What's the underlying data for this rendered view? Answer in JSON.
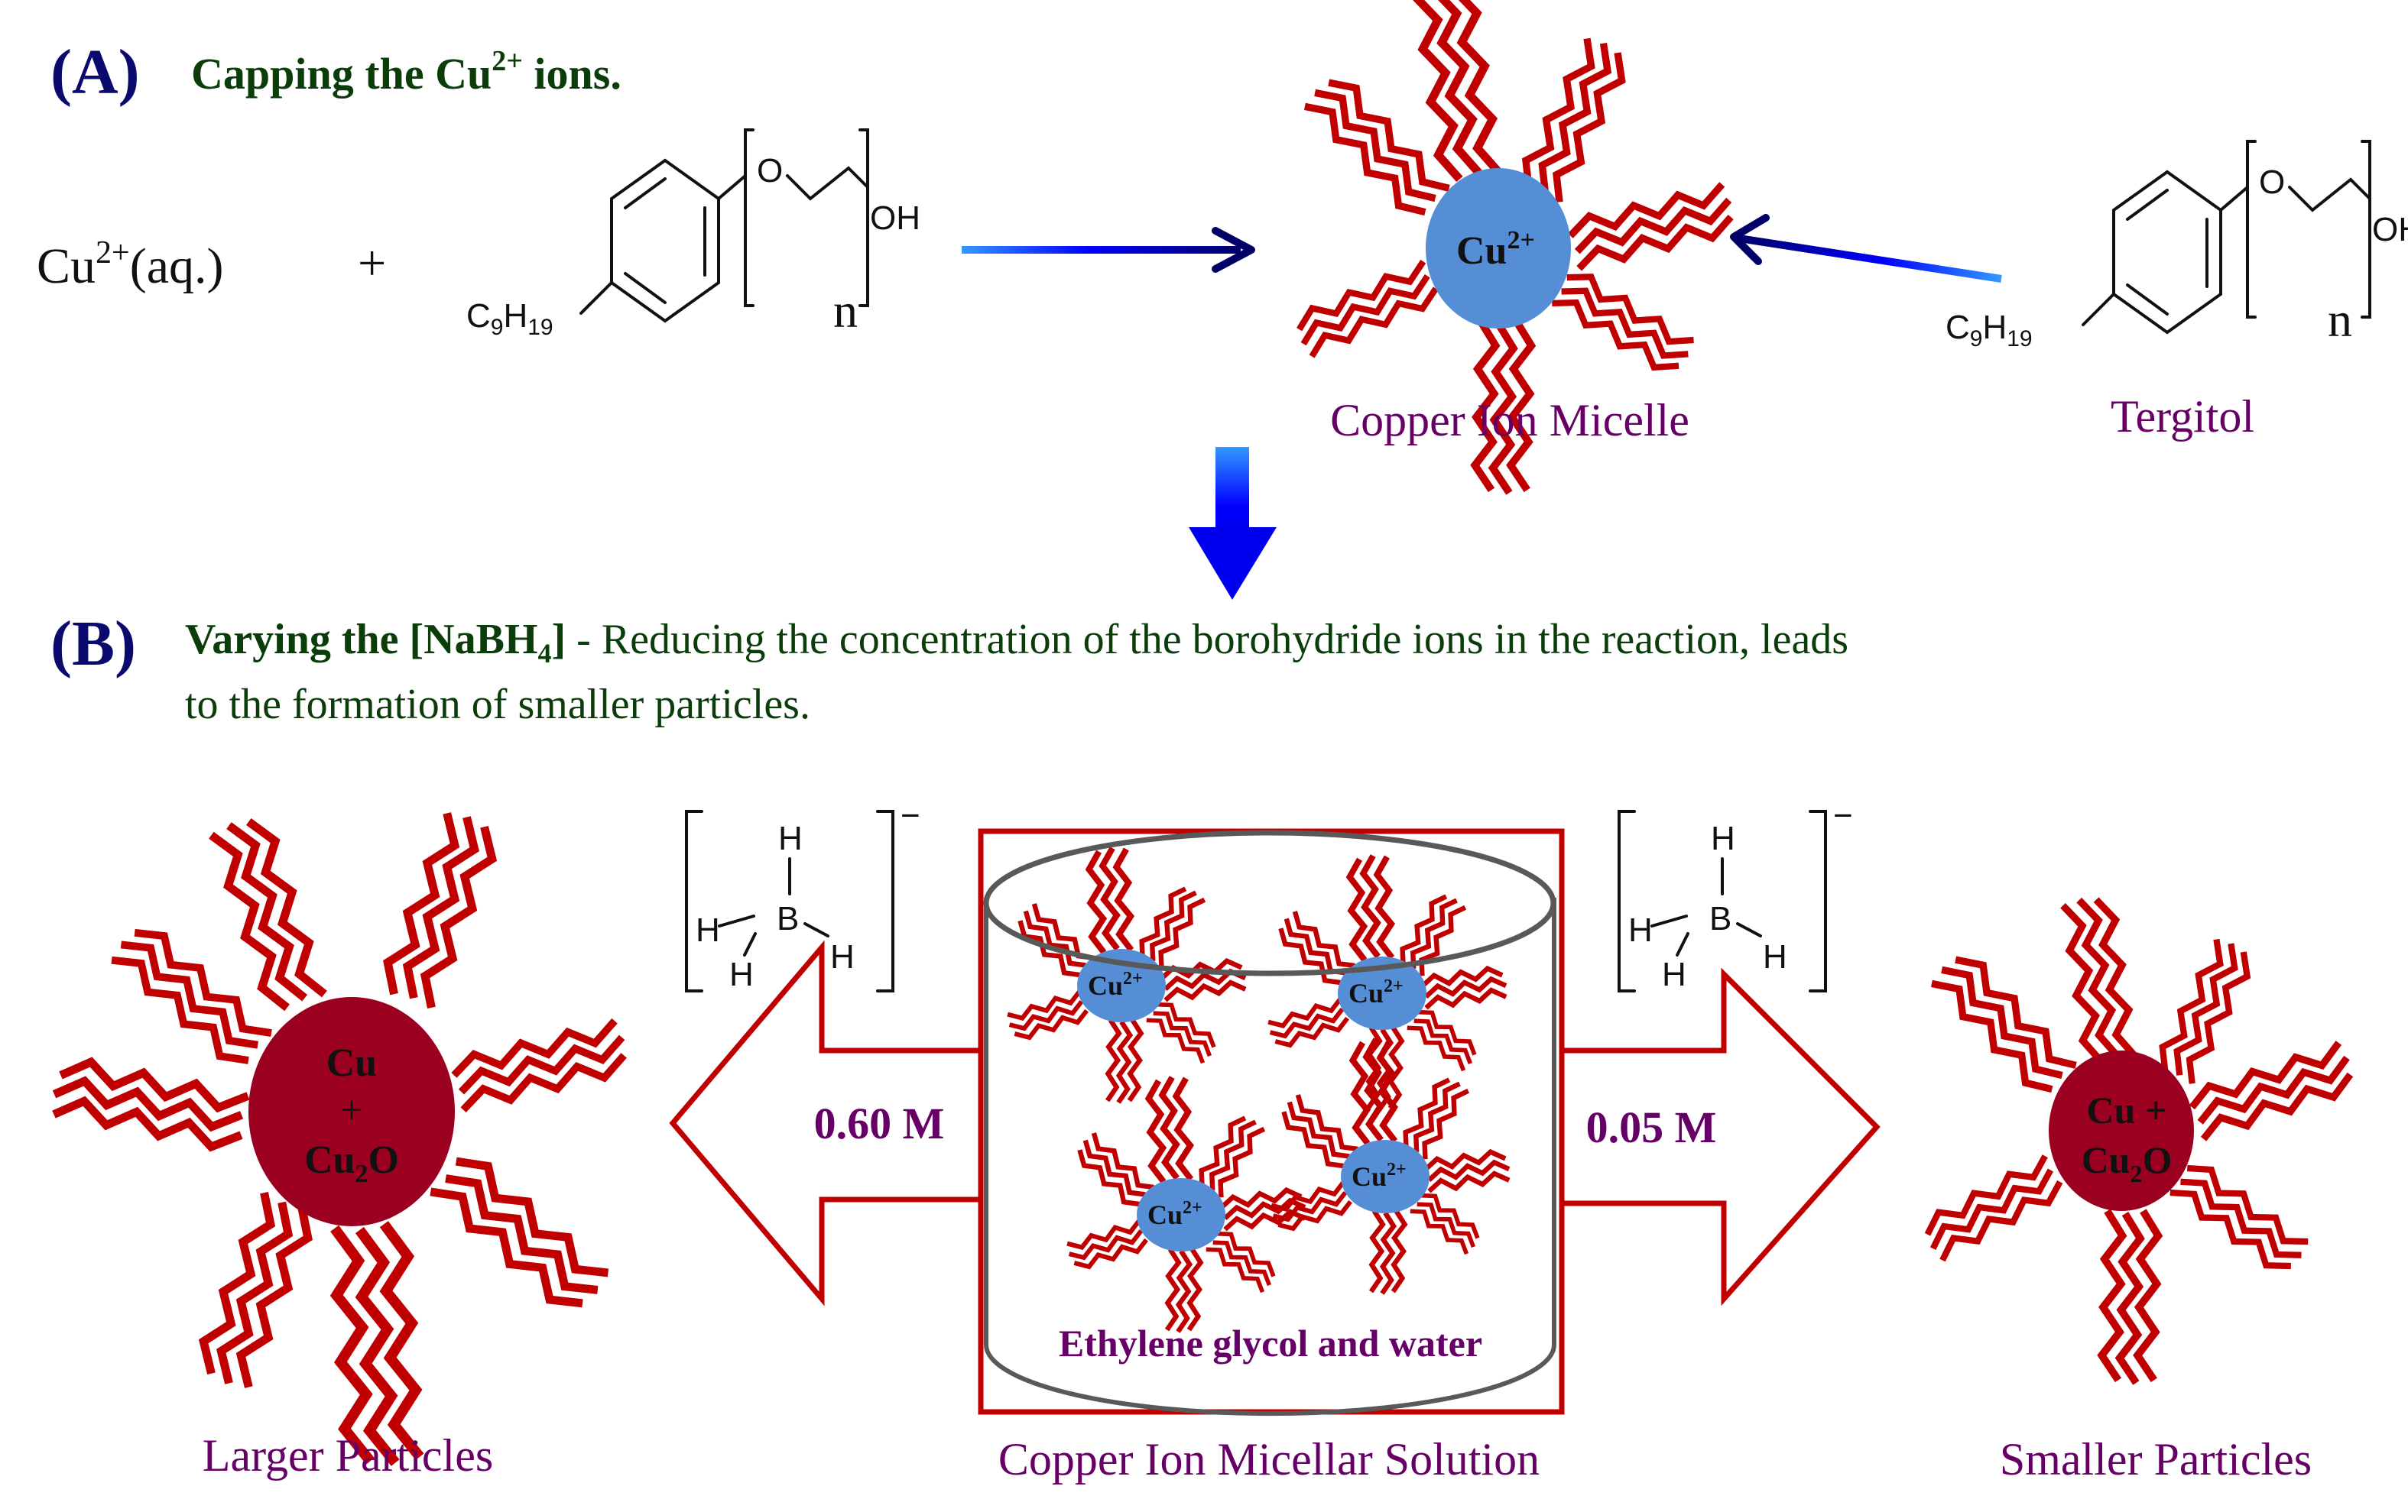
{
  "section_a": {
    "letter": "(A)",
    "title_prefix": "Capping  the Cu",
    "title_sup": "2+",
    "title_suffix": " ions.",
    "reactant": {
      "base": "Cu",
      "sup": "2+",
      "suffix": "(aq.)"
    },
    "plus": "+",
    "surfactant_structure": {
      "alkyl": "C",
      "alkyl_sub1": "9",
      "alkyl_h": "H",
      "alkyl_sub2": "19",
      "ether_o": "O",
      "terminal": "OH",
      "repeat": "n"
    },
    "micelle": {
      "core_label": "Cu",
      "core_sup": "2+",
      "caption": "Copper  Ion Micelle"
    },
    "tergitol_caption": "Tergitol"
  },
  "section_b": {
    "letter": "(B)",
    "title_bold_prefix": "Varying the [NaBH",
    "title_bold_sub": "4",
    "title_bold_suffix": "]",
    "description_line1": " - Reducing  the concentration  of the borohydride  ions in the reaction, leads",
    "description_line2": "to the formation  of smaller particles.",
    "borohydride": {
      "center": "B",
      "hydrogen": "H",
      "charge": "−"
    },
    "left_arrow_label": "0.60 M",
    "right_arrow_label": "0.05 M",
    "solution": {
      "micelle_label": "Cu",
      "micelle_sup": "2+",
      "solvent_label": "Ethylene glycol and water",
      "caption": "Copper  Ion  Micellar  Solution"
    },
    "large_particle": {
      "line1": "Cu",
      "line2": "+",
      "line3_base": "Cu",
      "line3_sub": "2",
      "line3_end": "O",
      "caption": "Larger  Particles"
    },
    "small_particle": {
      "line1": "Cu +",
      "line2_base": "Cu",
      "line2_sub": "2",
      "line2_end": "O",
      "caption": "Smaller  Particles"
    }
  },
  "colors": {
    "section_letter": "#0a0a6e",
    "title_green": "#0b3d0b",
    "caption_purple": "#660066",
    "tail_red": "#c00000",
    "ion_blue": "#558ed5",
    "particle_maroon": "#9b0020",
    "cylinder_gray": "#595959",
    "arrow_light": "#3399ff",
    "arrow_mid": "#0000ff",
    "arrow_dark": "#000066"
  }
}
